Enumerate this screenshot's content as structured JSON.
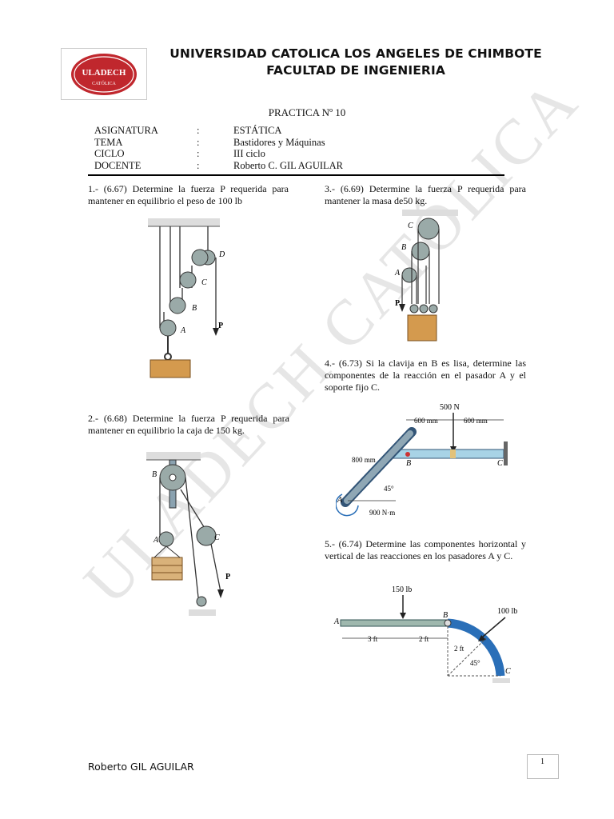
{
  "header": {
    "logo_text": "ULADECH",
    "logo_subtext": "CATÓLICA",
    "university": "UNIVERSIDAD CATOLICA LOS ANGELES DE CHIMBOTE",
    "faculty": "FACULTAD DE INGENIERIA"
  },
  "practica_title": "PRACTICA Nº  10",
  "info": [
    {
      "key": "ASIGNATURA",
      "sep": ":",
      "value": "ESTÁTICA"
    },
    {
      "key": "TEMA",
      "sep": ":",
      "value": "Bastidores y Máquinas"
    },
    {
      "key": "CICLO",
      "sep": ":",
      "value": "III ciclo"
    },
    {
      "key": "DOCENTE",
      "sep": ":",
      "value": "Roberto C. GIL AGUILAR"
    }
  ],
  "problems": [
    {
      "text": "1.- (6.67) Determine la fuerza P requerida para mantener en equilibrio el peso de 100 lb"
    },
    {
      "text": "2.- (6.68) Determine la fuerza P requerida para mantener en equilibrio la caja de 150 kg."
    },
    {
      "text": "3.- (6.69) Determine la fuerza P requerida para mantener la masa de50 kg."
    },
    {
      "text": "4.- (6.73) Si la clavija en B es lisa, determine las componentes de la reacción en el pasador A y el soporte fijo C."
    },
    {
      "text": "5.- (6.74) Determine las componentes horizontal y vertical de las reacciones en los pasadores A y C."
    }
  ],
  "fig1": {
    "labels": [
      "D",
      "C",
      "B",
      "A",
      "P"
    ]
  },
  "fig2": {
    "labels": [
      "B",
      "A",
      "C",
      "P"
    ]
  },
  "fig3": {
    "labels": [
      "C",
      "B",
      "A",
      "P"
    ]
  },
  "fig4": {
    "labels": [
      "500 N",
      "600 mm",
      "600 mm",
      "800 mm",
      "B",
      "C",
      "45°",
      "A",
      "900 N·m"
    ]
  },
  "fig5": {
    "labels": [
      "150 lb",
      "100 lb",
      "A",
      "B",
      "C",
      "3 ft",
      "2 ft",
      "2 ft",
      "45°"
    ]
  },
  "watermark": "ULADECH CATÓLICA",
  "footer": {
    "author": "Roberto GIL AGUILAR",
    "page": "1"
  }
}
